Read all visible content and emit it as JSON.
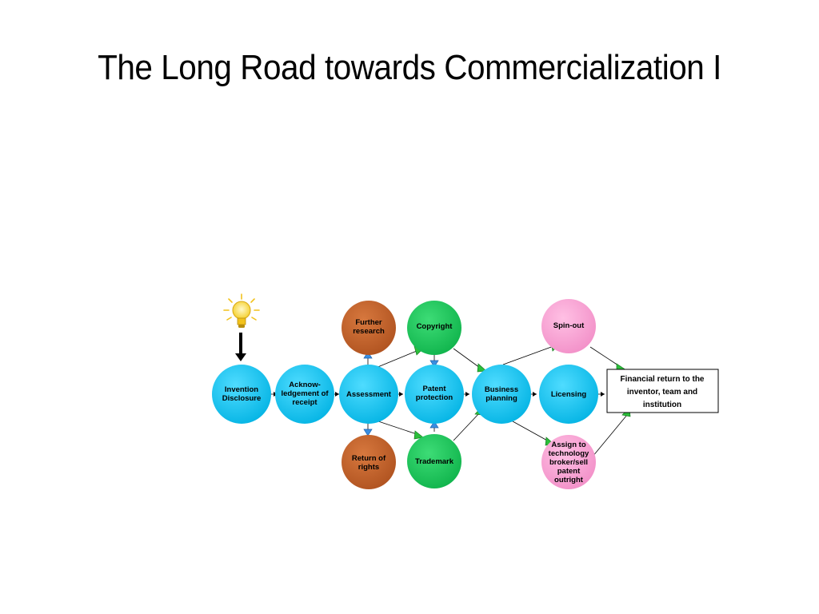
{
  "slide": {
    "title": "The Long Road towards Commercialization I"
  },
  "colors": {
    "process_node": "#0ac8f5",
    "outcome_node": "#c0602a",
    "protection_node": "#19c85a",
    "exit_node": "#f8a0d2",
    "green_arrow": "#2bbf3a",
    "blue_arrow": "#3a8ee0",
    "bulb": "#f7e04a"
  },
  "diagram": {
    "nodes": {
      "invention_disclosure": [
        "Invention",
        "Disclosure"
      ],
      "acknowledgement": [
        "Acknow-",
        "ledgement of",
        "receipt"
      ],
      "assessment": [
        "Assessment"
      ],
      "further_research": [
        "Further",
        "research"
      ],
      "return_of_rights": [
        "Return of",
        "rights"
      ],
      "copyright": [
        "Copyright"
      ],
      "patent_protection": [
        "Patent",
        "protection"
      ],
      "trademark": [
        "Trademark"
      ],
      "business_planning": [
        "Business",
        "planning"
      ],
      "spin_out": [
        "Spin-out"
      ],
      "licensing": [
        "Licensing"
      ],
      "assign_broker": [
        "Assign to",
        "technology",
        "broker/sell",
        "patent",
        "outright"
      ]
    },
    "result_box": [
      "Financial return to the",
      "inventor, team and",
      "institution"
    ],
    "icons": {
      "idea": "lightbulb-icon",
      "start": "down-arrow-icon"
    }
  }
}
